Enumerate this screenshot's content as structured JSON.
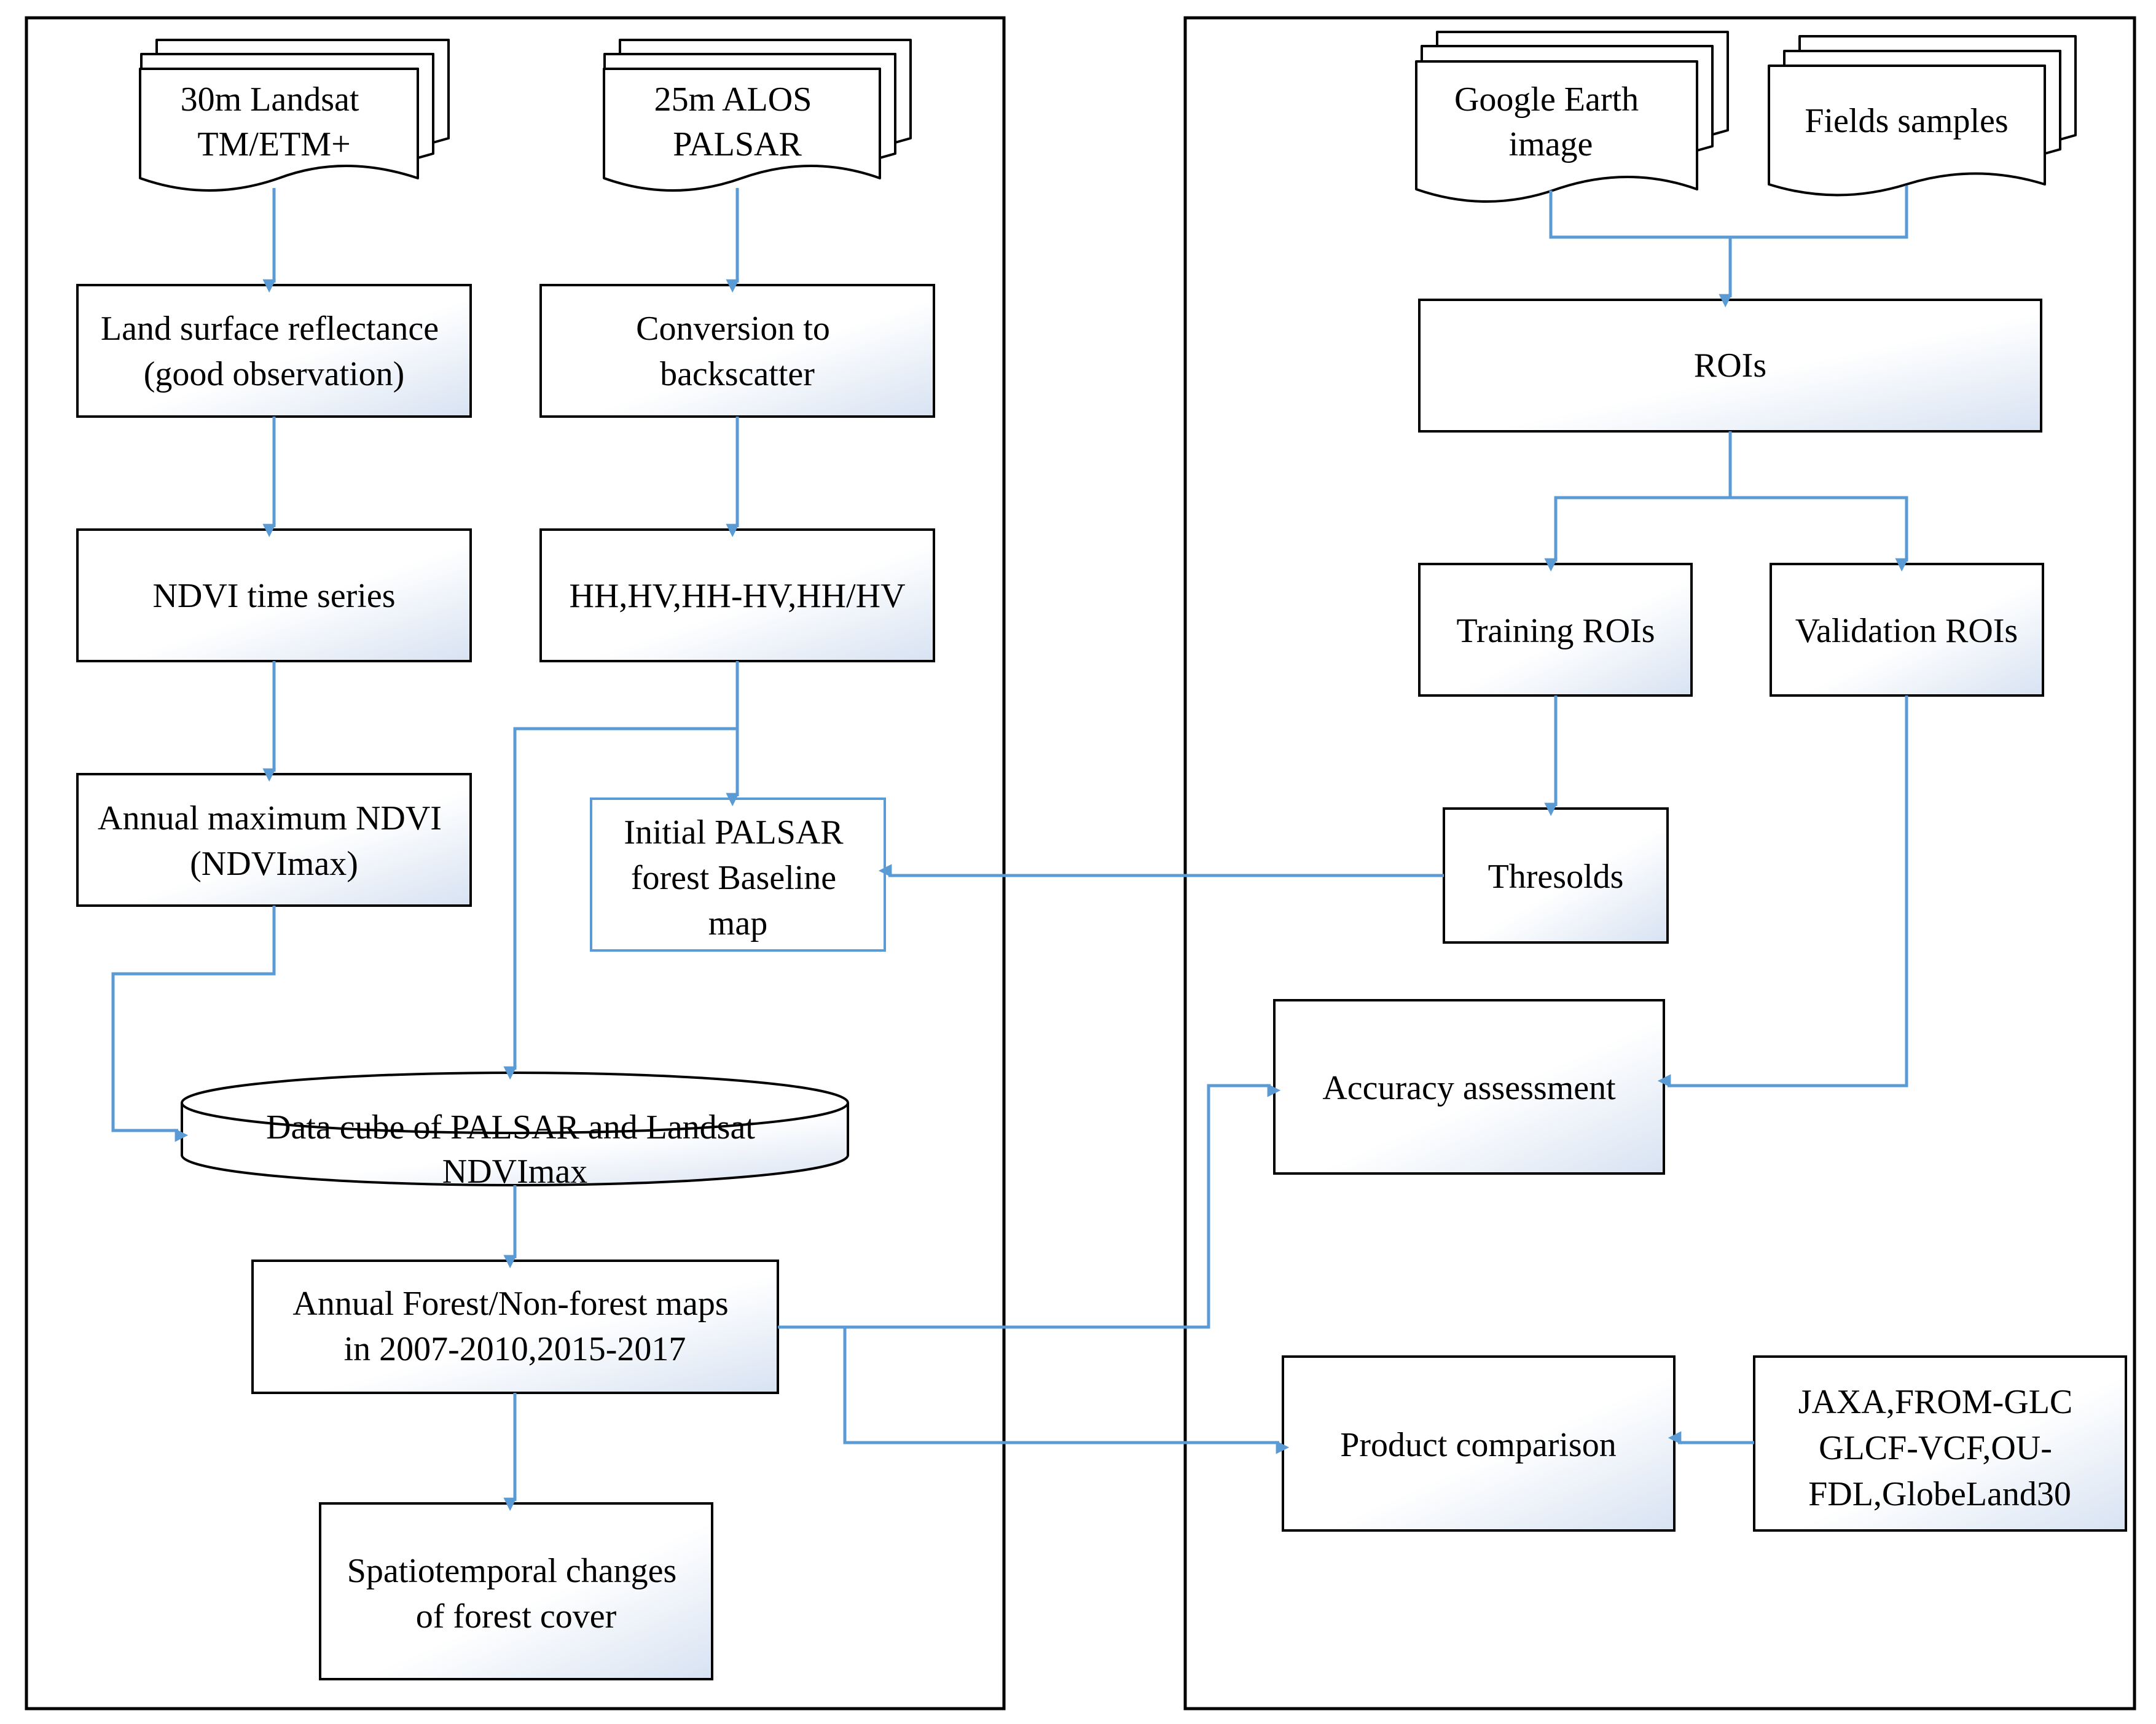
{
  "sources": {
    "landsat": [
      "30m Landsat",
      "TM/ETM+"
    ],
    "alos": [
      "25m ALOS",
      "PALSAR"
    ],
    "google_earth": [
      "Google Earth",
      "image"
    ],
    "fields": [
      "Fields samples"
    ],
    "products": [
      "JAXA,FROM-GLC",
      "GLCF-VCF,OU-",
      "FDL,GlobeLand30"
    ]
  },
  "steps": {
    "land_surface": [
      "Land surface reflectance",
      "(good observation)"
    ],
    "ndvi_ts": [
      "NDVI time series"
    ],
    "annual_max": [
      "Annual maximum NDVI",
      "(NDVImax)"
    ],
    "conversion": [
      "Conversion to",
      "backscatter"
    ],
    "hh_hv": [
      "HH,HV,HH-HV,HH/HV"
    ],
    "initial_palsar": [
      "Initial PALSAR",
      "forest Baseline",
      "map"
    ],
    "data_cube": [
      "Data cube of PALSAR and Landsat",
      "NDVImax"
    ],
    "annual_maps": [
      "Annual Forest/Non-forest maps",
      "in 2007-2010,2015-2017"
    ],
    "spatiotemporal": [
      "Spatiotemporal changes",
      "of forest cover"
    ],
    "rois": [
      "ROIs"
    ],
    "training": [
      "Training ROIs"
    ],
    "validation": [
      "Validation ROIs"
    ],
    "thresholds": [
      "Thresolds"
    ],
    "accuracy": [
      "Accuracy assessment"
    ],
    "comparison": [
      "Product comparison"
    ]
  },
  "colors": {
    "arrow": "#5b9bd5",
    "box_gradient_start": "#ffffff",
    "box_gradient_end": "#d7e2f2",
    "stroke": "#000000"
  }
}
